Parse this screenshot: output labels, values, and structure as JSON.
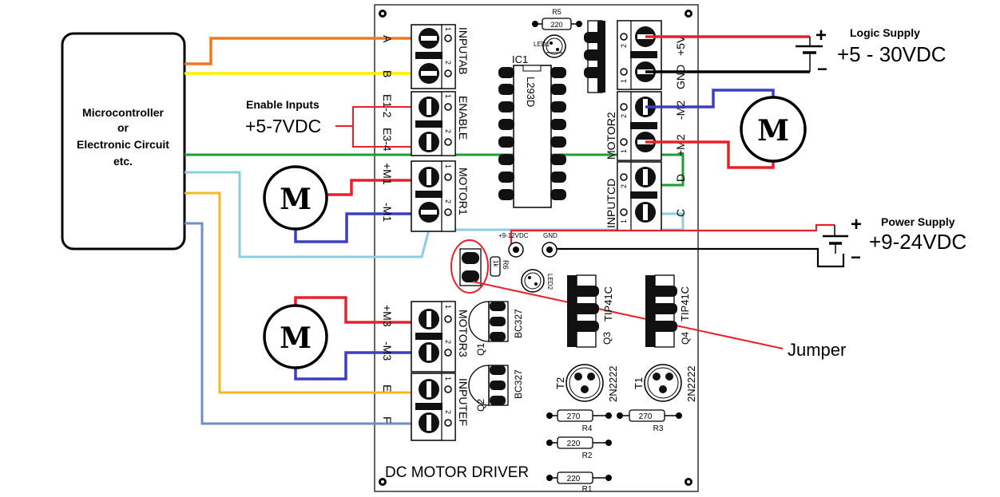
{
  "microcontroller": {
    "line1": "Microcontroller",
    "line2": "or",
    "line3": "Electronic Circuit",
    "line4": "etc."
  },
  "enable_inputs": {
    "title": "Enable Inputs",
    "voltage": "+5-7VDC"
  },
  "logic_supply": {
    "title": "Logic Supply",
    "voltage": "+5 - 30VDC",
    "plus": "+",
    "minus": "−"
  },
  "power_supply": {
    "title": "Power Supply",
    "voltage": "+9-24VDC",
    "plus": "+",
    "minus": "−"
  },
  "board": {
    "title": "DC MOTOR DRIVER",
    "ic_label": "IC1",
    "ic_part": "L293D",
    "led1": "LED1",
    "led2": "LED2",
    "r5": "R5",
    "r5_value": "220",
    "r6": "R6",
    "r6_value": "1k",
    "r4": "R4",
    "r4_value": "270",
    "r3": "R3",
    "r3_value": "270",
    "r2": "R2",
    "r2_value": "220",
    "r1": "R1",
    "r1_value": "220",
    "q1": "Q1",
    "q1_part": "BC327",
    "q2": "Q2",
    "q2_part": "BC327",
    "q3": "Q3",
    "q3_part": "TIP41C",
    "q4": "Q4",
    "q4_part": "TIP41C",
    "t1": "T1",
    "t1_part": "2N2222",
    "t2": "T2",
    "t2_part": "2N2222",
    "vin_label": "+9-12VDC",
    "gnd_label": "GND"
  },
  "connectors": {
    "inputab": {
      "name": "INPUTAB",
      "pins": [
        "A",
        "B"
      ]
    },
    "enable": {
      "name": "ENABLE",
      "pins": [
        "E1-2",
        "E3-4"
      ]
    },
    "motor1": {
      "name": "MOTOR1",
      "pins": [
        "+M1",
        "-M1"
      ]
    },
    "motor3": {
      "name": "MOTOR3",
      "pins": [
        "+M3",
        "-M3"
      ]
    },
    "inputef": {
      "name": "INPUTEF",
      "pins": [
        "E",
        "F"
      ]
    },
    "logic": {
      "pins": [
        "+5V",
        "GND"
      ]
    },
    "motor2": {
      "name": "MOTOR2",
      "pins": [
        "-M2",
        "+M2"
      ]
    },
    "inputcd": {
      "name": "INPUTCD",
      "pins": [
        "D",
        "C"
      ]
    },
    "pin1": "1",
    "pin2": "2"
  },
  "motor_label": "M",
  "jumper_label": "Jumper",
  "colors": {
    "orange": "#f07820",
    "yellow": "#ffee00",
    "red": "#e8202a",
    "green": "#18a030",
    "lightblue": "#8ccde6",
    "amber": "#f6b820",
    "steelblue": "#6f8fc0",
    "blue": "#3b3fc0",
    "black": "#000000"
  }
}
